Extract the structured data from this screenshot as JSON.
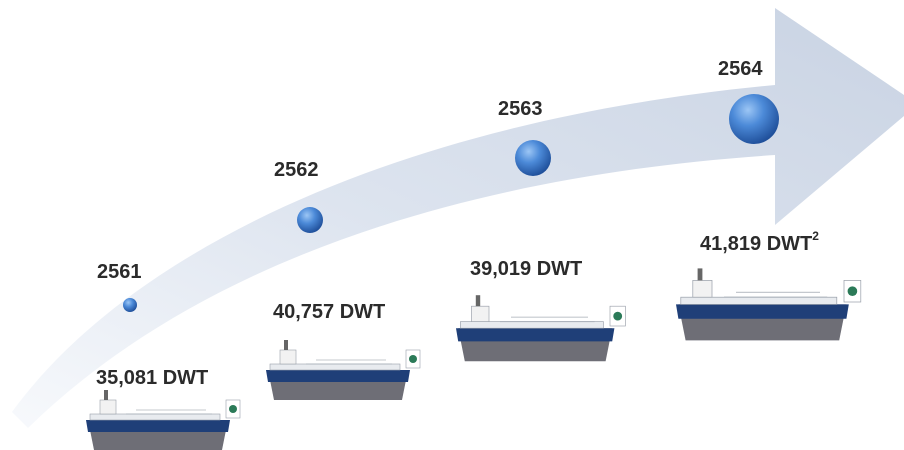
{
  "milestones": [
    {
      "year": "2561",
      "dwt": "35,081 DWT"
    },
    {
      "year": "2562",
      "dwt": "40,757 DWT"
    },
    {
      "year": "2563",
      "dwt": "39,019 DWT"
    },
    {
      "year": "2564",
      "dwt": "41,819 DWT",
      "dwt_footnote": "2"
    }
  ],
  "colors": {
    "arrow": "#d3dcea",
    "dot": "#3a78c8",
    "hull": "#1f3f78",
    "bottom": "#6e6e76"
  },
  "icons": [
    "growth-arrow",
    "milestone-dot",
    "tanker-ship"
  ]
}
